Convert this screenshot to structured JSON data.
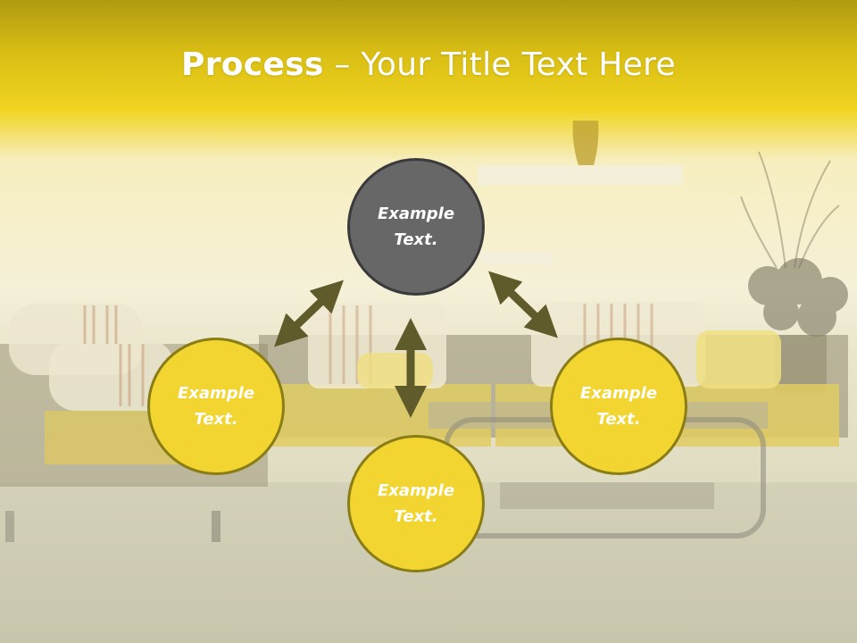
{
  "title": {
    "bold": "Process",
    "dash": " – ",
    "rest": "Your Title Text Here"
  },
  "nodes": {
    "top": {
      "text": "Example\nText."
    },
    "left": {
      "text": "Example\nText."
    },
    "right": {
      "text": "Example\nText."
    },
    "bottom": {
      "text": "Example\nText."
    }
  },
  "colors": {
    "banner": "#eccf1b",
    "center_node": "#676767",
    "outer_node": "#f2d530",
    "node_border": "#8a7d16",
    "arrow": "#5f5b2a"
  }
}
